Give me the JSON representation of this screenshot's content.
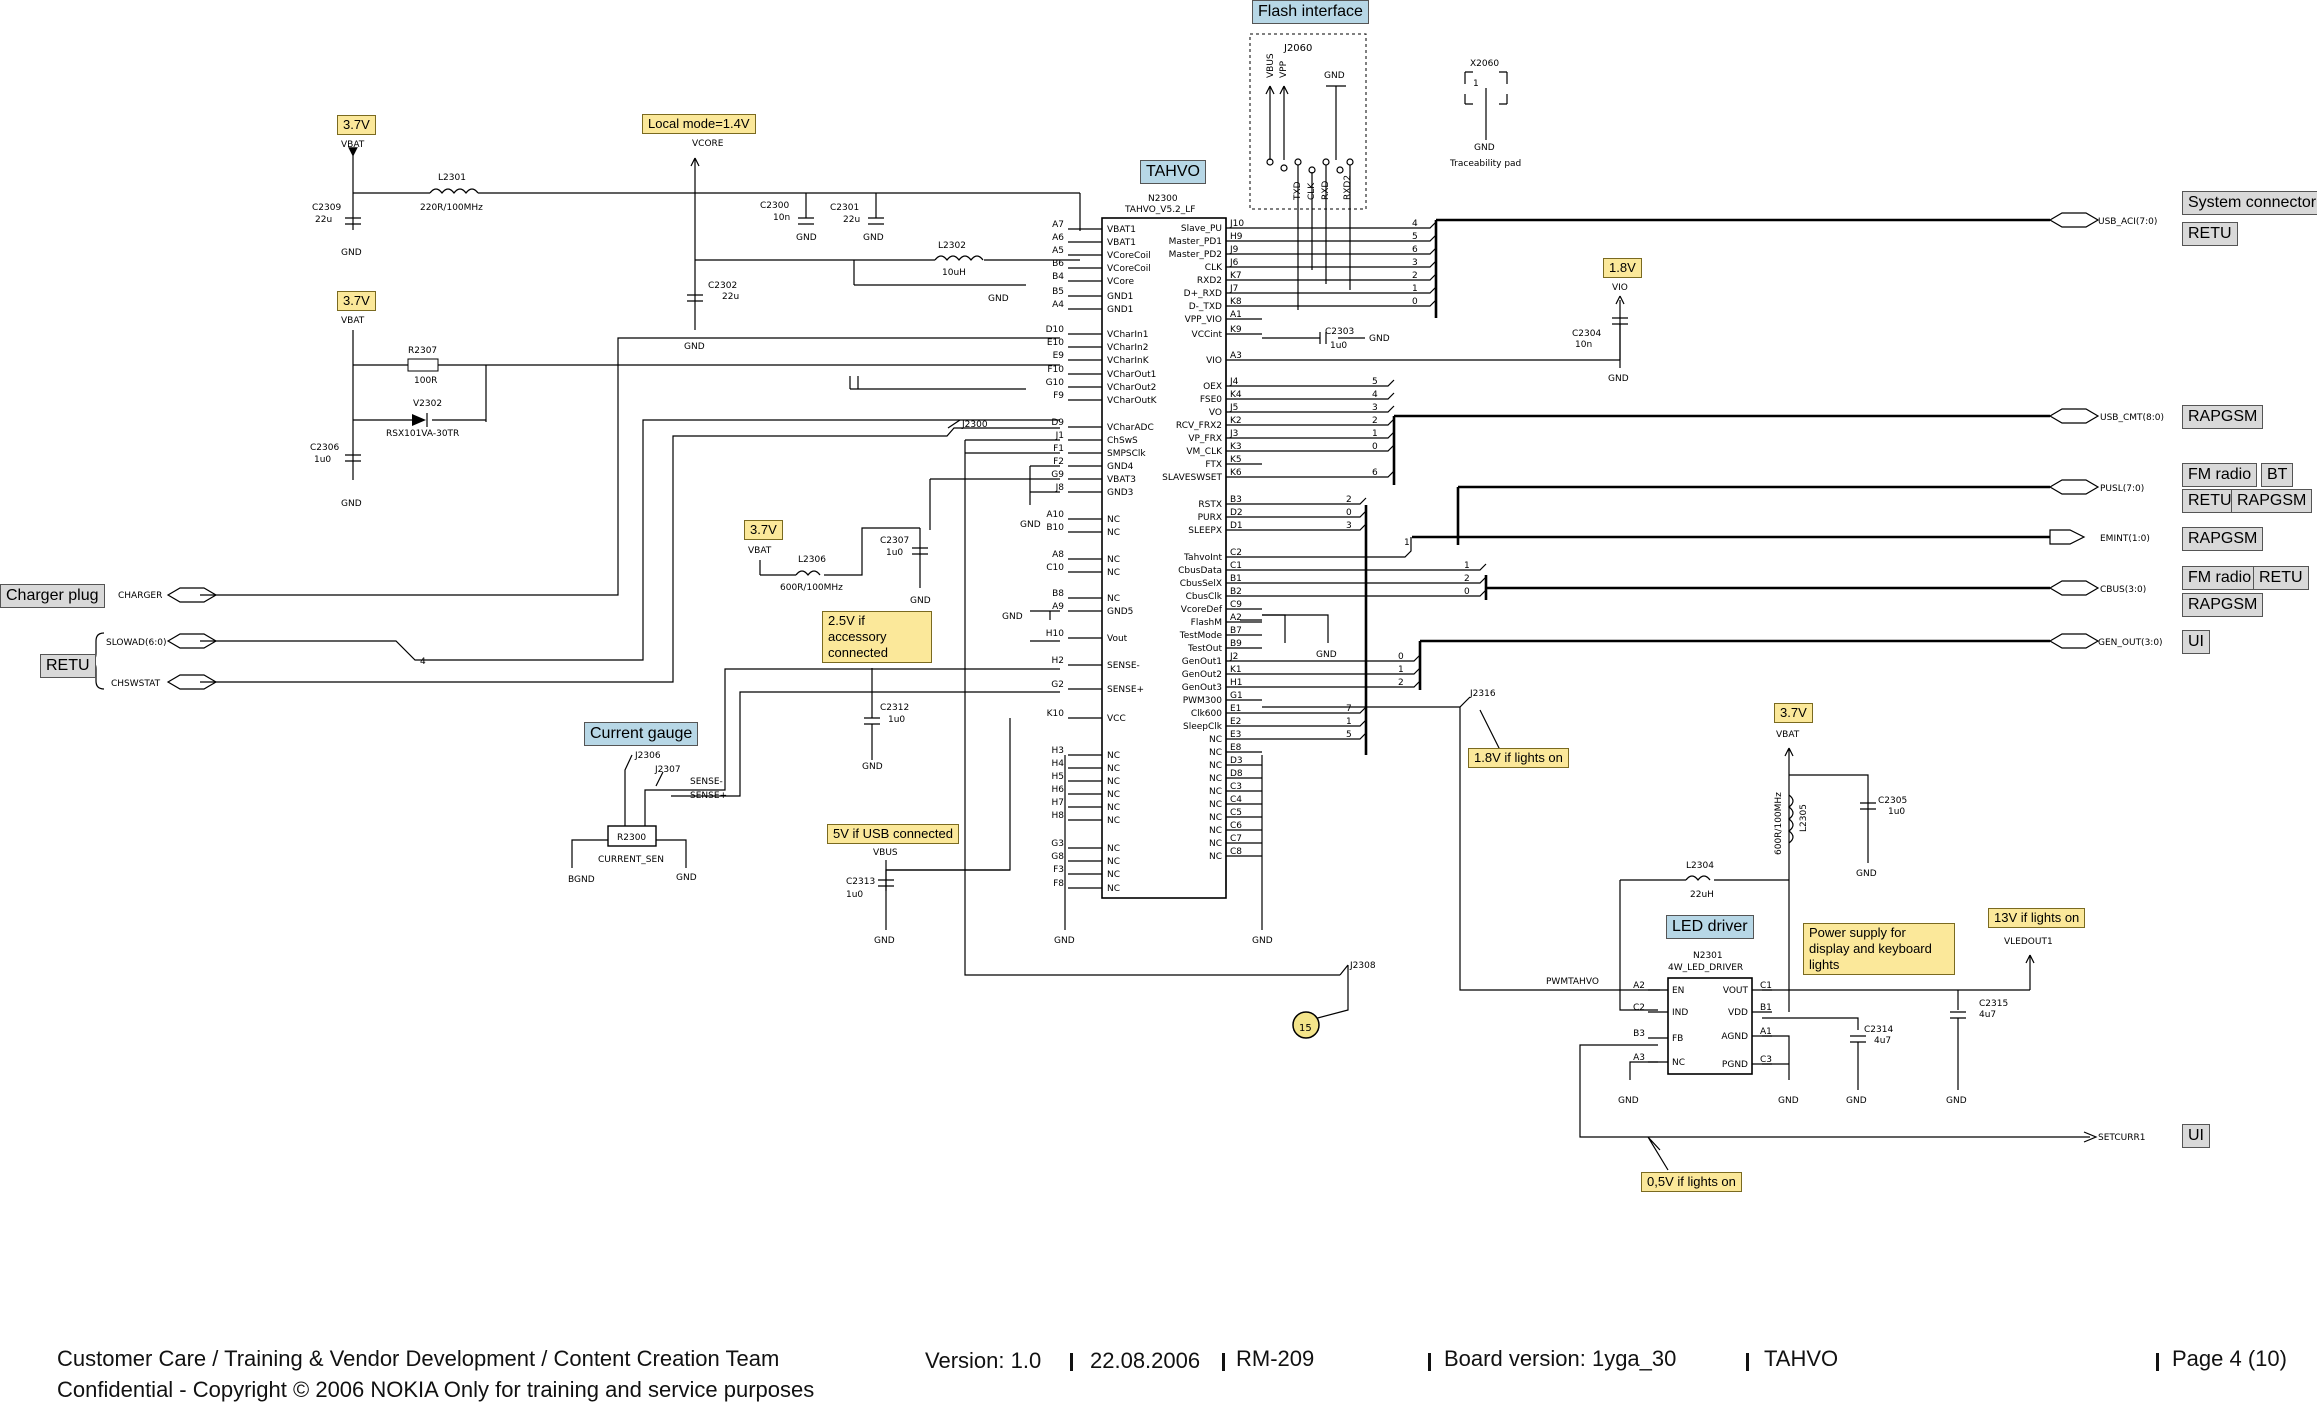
{
  "tags": {
    "flash_interface": "Flash interface",
    "tahvo": "TAHVO",
    "system_connector": "System connector",
    "retu_usb": "RETU",
    "rapgsm_usb": "RAPGSM",
    "fm_radio_1": "FM radio",
    "bt": "BT",
    "retu_pusl": "RETU",
    "rapgsm_pusl": "RAPGSM",
    "rapgsm_emint": "RAPGSM",
    "fm_radio_2": "FM radio",
    "retu_cbus": "RETU",
    "rapgsm_cbus": "RAPGSM",
    "ui_gen": "UI",
    "ui_setcurr": "UI",
    "charger_plug": "Charger plug",
    "retu_left": "RETU",
    "current_gauge": "Current gauge",
    "led_driver": "LED driver"
  },
  "notes": {
    "v37_1": "3.7V",
    "local_mode": "Local mode=1.4V",
    "v37_2": "3.7V",
    "v18": "1.8V",
    "v37_3": "3.7V",
    "accessory": "2.5V if accessory connected",
    "usb_connected": "5V if USB connected",
    "lights_18": "1.8V if lights on",
    "v37_4": "3.7V",
    "power_supply": "Power supply for display and keyboard lights",
    "lights_13": "13V if lights on",
    "lights_05": "0,5V if lights on"
  },
  "labels": {
    "j2060": "J2060",
    "vbus": "VBUS",
    "vpp": "VPP",
    "gnd": "GND",
    "txd": "TXD",
    "clk": "CLK",
    "rxd": "RXD",
    "rxd2": "RXD2",
    "x2060": "X2060",
    "traceability": "Traceability pad",
    "vbat": "VBAT",
    "vcore": "VCORE",
    "vio": "VIO",
    "vout": "VOUT",
    "vled": "VLEDOUT1",
    "n2300": "N2300",
    "n2300_part": "TAHVO_V5.2_LF",
    "n2301": "N2301",
    "n2301_part": "4W_LED_DRIVER",
    "l2301": "L2301",
    "l2301_val": "220R/100MHz",
    "l2302": "L2302",
    "l2302_val": "10uH",
    "l2304": "L2304",
    "l2304_val": "22uH",
    "l2305": "L2305",
    "l2305_val": "600R/100MHz",
    "l2306": "L2306",
    "l2306_val": "600R/100MHz",
    "r2307": "R2307",
    "r2307_val": "100R",
    "v2302": "V2302",
    "v2302_part": "RSX101VA-30TR",
    "r2300": "R2300",
    "current_sen": "CURRENT_SEN",
    "bgnd": "BGND",
    "c2309": "C2309",
    "c2309_val": "22u",
    "c2306": "C2306",
    "c2306_val": "1u0",
    "c2300": "C2300",
    "c2300_val": "10n",
    "c2301": "C2301",
    "c2301_val": "22u",
    "c2302": "C2302",
    "c2302_val": "22u",
    "c2303": "C2303",
    "c2303_val": "1u0",
    "c2304": "C2304",
    "c2304_val": "10n",
    "c2305": "C2305",
    "c2305_val": "1u0",
    "c2307": "C2307",
    "c2307_val": "1u0",
    "c2312": "C2312",
    "c2312_val": "1u0",
    "c2313": "C2313",
    "c2313_val": "1u0",
    "c2314": "C2314",
    "c2314_val": "4u7",
    "c2315": "C2315",
    "c2315_val": "4u7",
    "j2300": "J2300",
    "j2306": "J2306",
    "j2307": "J2307",
    "j2308": "J2308",
    "j2316": "J2316",
    "sense_minus": "SENSE-",
    "sense_plus": "SENSE+",
    "pwmtahvo": "PWMTAHVO",
    "marker": "15",
    "conn_usb_aci": "USB_ACI(7:0)",
    "conn_usb_cmt": "USB_CMT(8:0)",
    "conn_pusl": "PUSL(7:0)",
    "conn_emint": "EMINT(1:0)",
    "conn_cbus": "CBUS(3:0)",
    "conn_gen_out": "GEN_OUT(3:0)",
    "conn_setcurr": "SETCURR1",
    "conn_charger": "CHARGER",
    "conn_slowad": "SLOWAD(6:0)",
    "conn_chswstat": "CHSWSTAT",
    "n4": "4"
  },
  "tahvo_left_pins": [
    [
      "A7",
      "VBAT1"
    ],
    [
      "A6",
      "VBAT1"
    ],
    [
      "A5",
      "VCoreCoil"
    ],
    [
      "B6",
      "VCoreCoil"
    ],
    [
      "B4",
      "VCore"
    ],
    [
      "B5",
      "GND1"
    ],
    [
      "A4",
      "GND1"
    ],
    [
      "D10",
      "VCharIn1"
    ],
    [
      "E10",
      "VCharIn2"
    ],
    [
      "E9",
      "VCharInK"
    ],
    [
      "F10",
      "VCharOut1"
    ],
    [
      "G10",
      "VCharOut2"
    ],
    [
      "F9",
      "VCharOutK"
    ],
    [
      "D9",
      "VCharADC"
    ],
    [
      "J1",
      "ChSwS"
    ],
    [
      "F1",
      "SMPSClk"
    ],
    [
      "F2",
      "GND4"
    ],
    [
      "G9",
      "VBAT3"
    ],
    [
      "J8",
      "GND3"
    ],
    [
      "A10",
      "NC"
    ],
    [
      "B10",
      "NC"
    ],
    [
      "A8",
      "NC"
    ],
    [
      "C10",
      "NC"
    ],
    [
      "B8",
      "NC"
    ],
    [
      "A9",
      "GND5"
    ],
    [
      "H10",
      "Vout"
    ],
    [
      "H2",
      "SENSE-"
    ],
    [
      "G2",
      "SENSE+"
    ],
    [
      "K10",
      "VCC"
    ],
    [
      "H3",
      "NC"
    ],
    [
      "H4",
      "NC"
    ],
    [
      "H5",
      "NC"
    ],
    [
      "H6",
      "NC"
    ],
    [
      "H7",
      "NC"
    ],
    [
      "H8",
      "NC"
    ],
    [
      "G3",
      "NC"
    ],
    [
      "G8",
      "NC"
    ],
    [
      "F3",
      "NC"
    ],
    [
      "F8",
      "NC"
    ]
  ],
  "tahvo_right_pins": [
    [
      "J10",
      "Slave_PU"
    ],
    [
      "H9",
      "Master_PD1"
    ],
    [
      "J9",
      "Master_PD2"
    ],
    [
      "J6",
      "CLK"
    ],
    [
      "K7",
      "RXD2"
    ],
    [
      "J7",
      "D+_RXD"
    ],
    [
      "K8",
      "D-_TXD"
    ],
    [
      "A1",
      "VPP_VIO"
    ],
    [
      "K9",
      "VCCint"
    ],
    [
      "A3",
      "VIO"
    ],
    [
      "J4",
      "OEX"
    ],
    [
      "K4",
      "FSE0"
    ],
    [
      "J5",
      "VO"
    ],
    [
      "K2",
      "RCV_FRX2"
    ],
    [
      "J3",
      "VP_FRX"
    ],
    [
      "K3",
      "VM_CLK"
    ],
    [
      "K5",
      "FTX"
    ],
    [
      "K6",
      "SLAVESWSET"
    ],
    [
      "B3",
      "RSTX"
    ],
    [
      "D2",
      "PURX"
    ],
    [
      "D1",
      "SLEEPX"
    ],
    [
      "C2",
      "TahvoInt"
    ],
    [
      "C1",
      "CbusData"
    ],
    [
      "B1",
      "CbusSelX"
    ],
    [
      "B2",
      "CbusClk"
    ],
    [
      "C9",
      "VcoreDef"
    ],
    [
      "A2",
      "FlashM"
    ],
    [
      "B7",
      "TestMode"
    ],
    [
      "B9",
      "TestOut"
    ],
    [
      "J2",
      "GenOut1"
    ],
    [
      "K1",
      "GenOut2"
    ],
    [
      "H1",
      "GenOut3"
    ],
    [
      "G1",
      "PWM300"
    ],
    [
      "E1",
      "Clk600"
    ],
    [
      "E2",
      "SleepClk"
    ],
    [
      "E3",
      "NC"
    ],
    [
      "E8",
      "NC"
    ],
    [
      "D3",
      "NC"
    ],
    [
      "D8",
      "NC"
    ],
    [
      "C3",
      "NC"
    ],
    [
      "C4",
      "NC"
    ],
    [
      "C5",
      "NC"
    ],
    [
      "C6",
      "NC"
    ],
    [
      "C7",
      "NC"
    ],
    [
      "C8",
      "NC"
    ]
  ],
  "led_pins": {
    "left": [
      [
        "A2",
        "EN"
      ],
      [
        "C2",
        "IND"
      ],
      [
        "B3",
        "FB"
      ],
      [
        "A3",
        "NC"
      ]
    ],
    "right": [
      [
        "C1",
        "VOUT"
      ],
      [
        "B1",
        "VDD"
      ],
      [
        "A1",
        "AGND"
      ],
      [
        "C3",
        "PGND"
      ]
    ]
  },
  "bus_numbers": {
    "usb_aci": [
      "4",
      "5",
      "6",
      "3",
      "2",
      "1",
      "0"
    ],
    "usb_cmt": [
      "5",
      "4",
      "3",
      "2",
      "1",
      "0",
      "6"
    ],
    "pusl": [
      "2",
      "0",
      "3"
    ],
    "emint": [
      "1"
    ],
    "cbus": [
      "1",
      "2",
      "0"
    ],
    "gen_out": [
      "0",
      "1",
      "2"
    ],
    "clk": [
      "7",
      "1",
      "5"
    ]
  },
  "footer": {
    "line1": "Customer Care / Training & Vendor Development / Content Creation Team",
    "line2": "Confidential - Copyright © 2006 NOKIA   Only for training and service purposes",
    "version": "Version: 1.0",
    "date": "22.08.2006",
    "model": "RM-209",
    "board": "Board version: 1yga_30",
    "chip": "TAHVO",
    "page": "Page 4 (10)"
  }
}
